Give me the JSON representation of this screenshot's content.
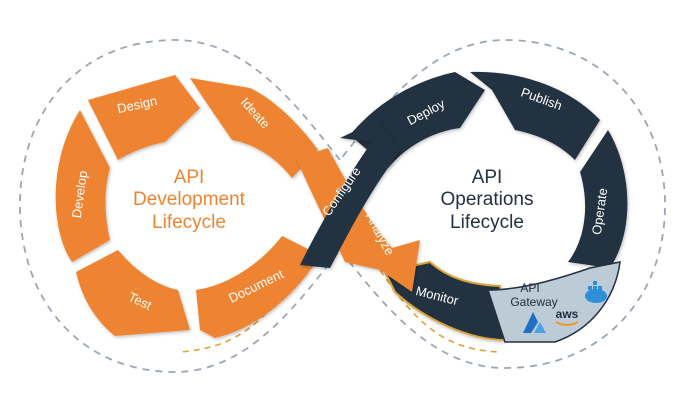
{
  "colors": {
    "orange": "#ee8432",
    "navy": "#233140",
    "dash": "#9aa7b3",
    "gold": "#d9a43a",
    "gateway_bg": "#bccbd6",
    "azure": "#1f6fc4",
    "aws_smile": "#f29a1f",
    "docker": "#2d8fd8"
  },
  "dev_cycle": {
    "title_line1": "API",
    "title_line2": "Development",
    "title_line3": "Lifecycle",
    "segments": [
      "Design",
      "Ideate",
      "Develop",
      "Test",
      "Document"
    ]
  },
  "ops_cycle": {
    "title_line1": "API",
    "title_line2": "Operations",
    "title_line3": "Lifecycle",
    "segments": [
      "Deploy",
      "Publish",
      "Operate",
      "Monitor"
    ]
  },
  "bridge": {
    "configure": "Configure",
    "analyze": "Analyze"
  },
  "gateway": {
    "line1": "API",
    "line2": "Gateway",
    "vendor_aws": "aws",
    "icons": [
      "azure-logo-icon",
      "aws-logo-icon",
      "docker-logo-icon"
    ]
  }
}
